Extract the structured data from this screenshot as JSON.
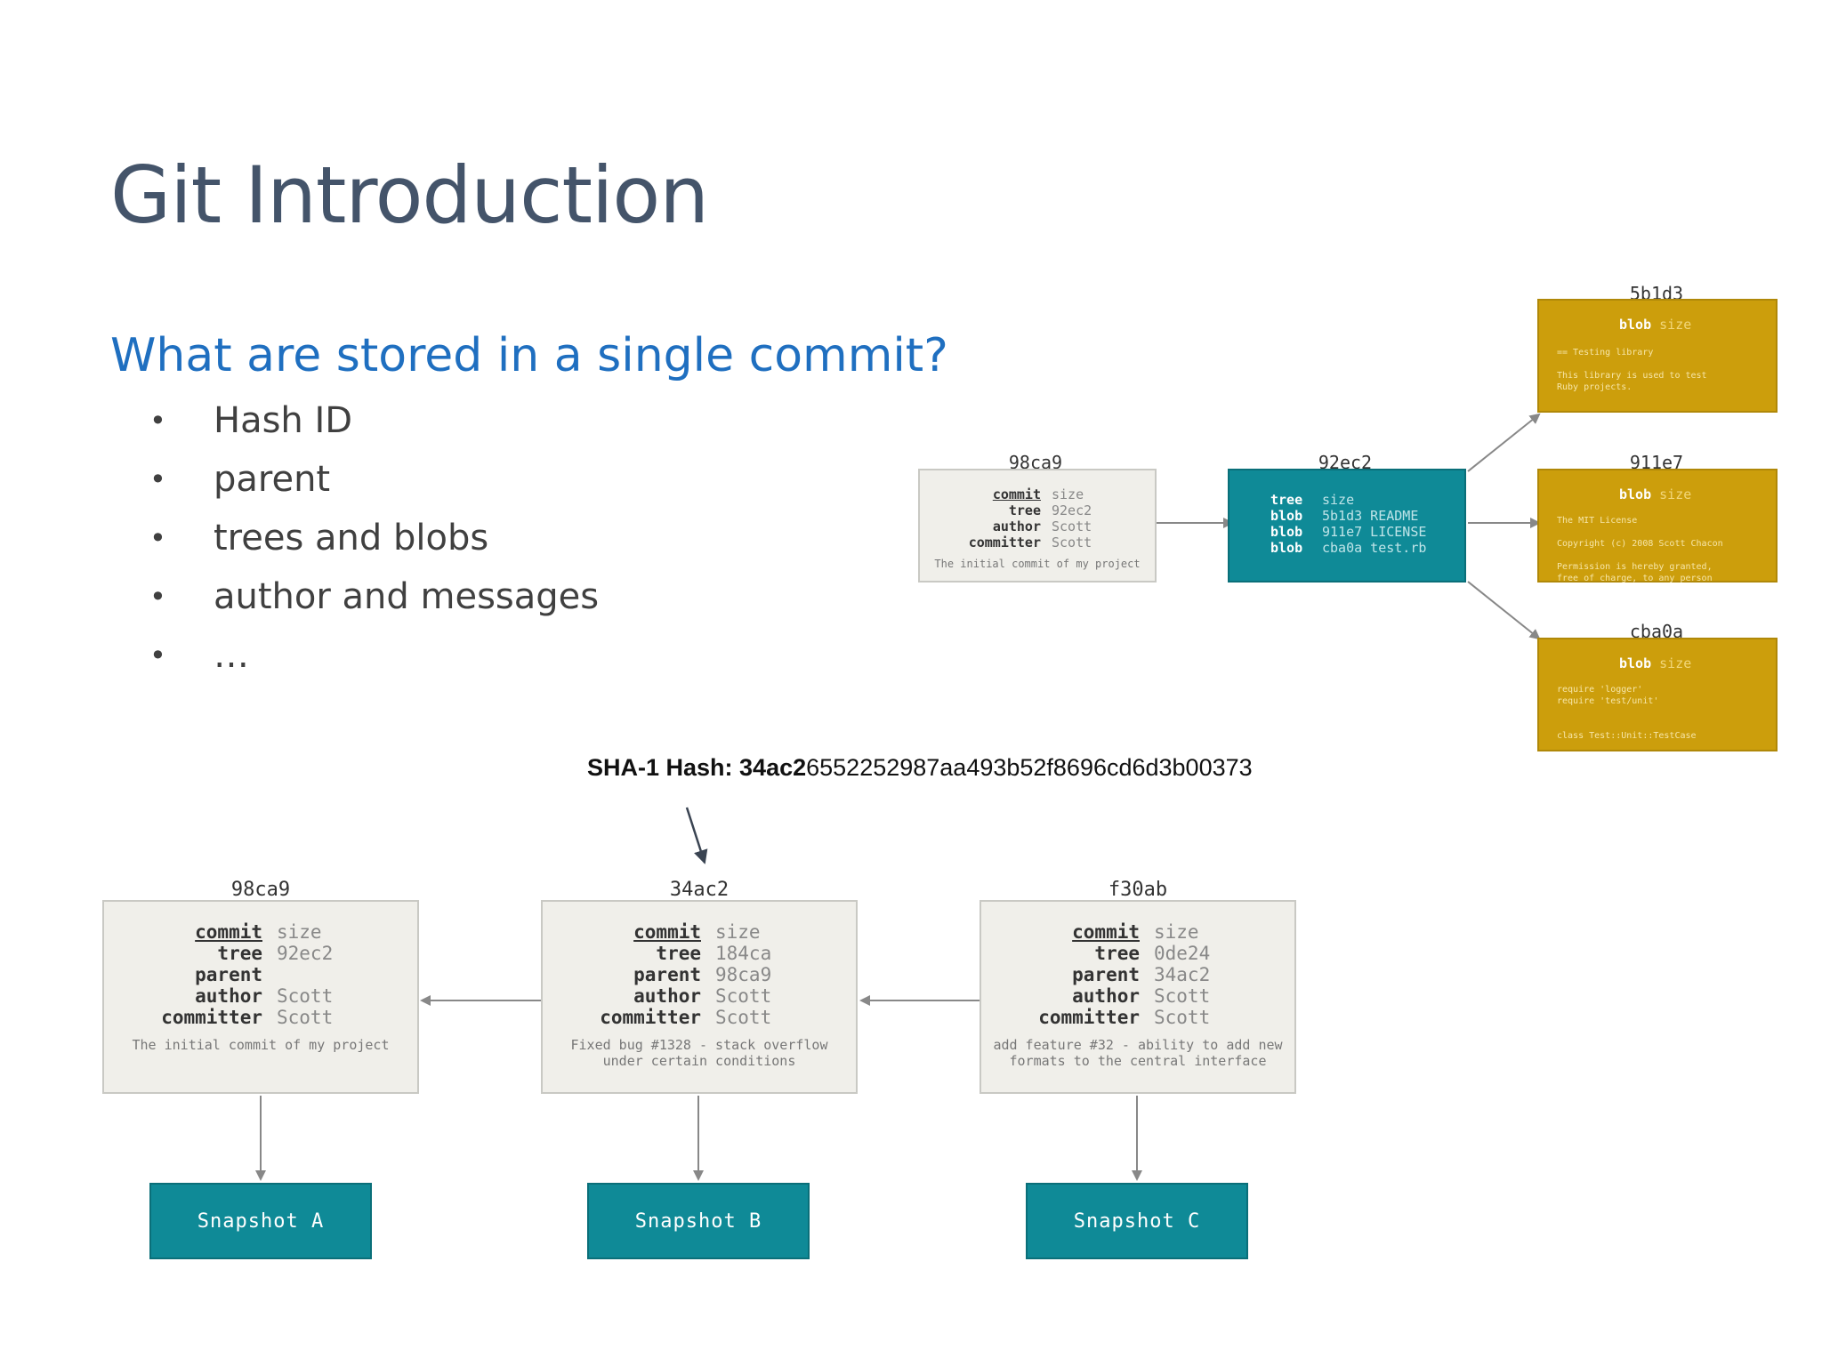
{
  "slide": {
    "title": "Git Introduction",
    "subtitle": "What are stored in a single commit?",
    "bullet_char": "•",
    "bullets": [
      "Hash ID",
      "parent",
      "trees and blobs",
      "author and messages",
      "…"
    ],
    "hash_label": "SHA-1 Hash: ",
    "hash_bold": "34ac2",
    "hash_rest": "6552252987aa493b52f8696cd6d3b00373"
  },
  "colors": {
    "title": "#44546a",
    "subtitle": "#1f6fc0",
    "commit_fill": "#f0efea",
    "tree_fill": "#0f8a97",
    "blob_fill": "#cc9e0c"
  },
  "top_diagram": {
    "commit": {
      "id": "98ca9",
      "rows": [
        {
          "k": "commit",
          "v": "size"
        },
        {
          "k": "tree",
          "v": "92ec2"
        },
        {
          "k": "author",
          "v": "Scott"
        },
        {
          "k": "committer",
          "v": "Scott"
        }
      ],
      "message": "The initial commit of my project"
    },
    "tree": {
      "id": "92ec2",
      "rows": [
        {
          "k": "tree",
          "v": "size"
        },
        {
          "k": "blob",
          "v": "5b1d3 README"
        },
        {
          "k": "blob",
          "v": "911e7 LICENSE"
        },
        {
          "k": "blob",
          "v": "cba0a test.rb"
        }
      ]
    },
    "blobs": [
      {
        "id": "5b1d3",
        "header": "blob",
        "size": "size",
        "lines": [
          "== Testing library",
          "",
          "This library is used to test",
          "Ruby projects."
        ]
      },
      {
        "id": "911e7",
        "header": "blob",
        "size": "size",
        "lines": [
          "The MIT License",
          "",
          "Copyright (c) 2008 Scott Chacon",
          "",
          "Permission is hereby granted,",
          "free of charge, to any person"
        ]
      },
      {
        "id": "cba0a",
        "header": "blob",
        "size": "size",
        "lines": [
          "require 'logger'",
          "require 'test/unit'",
          "",
          "",
          "class Test::Unit::TestCase"
        ]
      }
    ]
  },
  "bottom_diagram": {
    "commits": [
      {
        "id": "98ca9",
        "rows": [
          {
            "k": "commit",
            "v": "size"
          },
          {
            "k": "tree",
            "v": "92ec2"
          },
          {
            "k": "parent",
            "v": ""
          },
          {
            "k": "author",
            "v": "Scott"
          },
          {
            "k": "committer",
            "v": "Scott"
          }
        ],
        "message": [
          "The initial commit of my project"
        ],
        "snapshot": "Snapshot A"
      },
      {
        "id": "34ac2",
        "rows": [
          {
            "k": "commit",
            "v": "size"
          },
          {
            "k": "tree",
            "v": "184ca"
          },
          {
            "k": "parent",
            "v": "98ca9"
          },
          {
            "k": "author",
            "v": "Scott"
          },
          {
            "k": "committer",
            "v": "Scott"
          }
        ],
        "message": [
          "Fixed bug #1328 - stack overflow",
          "under certain conditions"
        ],
        "snapshot": "Snapshot B"
      },
      {
        "id": "f30ab",
        "rows": [
          {
            "k": "commit",
            "v": "size"
          },
          {
            "k": "tree",
            "v": "0de24"
          },
          {
            "k": "parent",
            "v": "34ac2"
          },
          {
            "k": "author",
            "v": "Scott"
          },
          {
            "k": "committer",
            "v": "Scott"
          }
        ],
        "message": [
          "add feature #32 - ability to add new",
          "formats to the central interface"
        ],
        "snapshot": "Snapshot C"
      }
    ]
  }
}
